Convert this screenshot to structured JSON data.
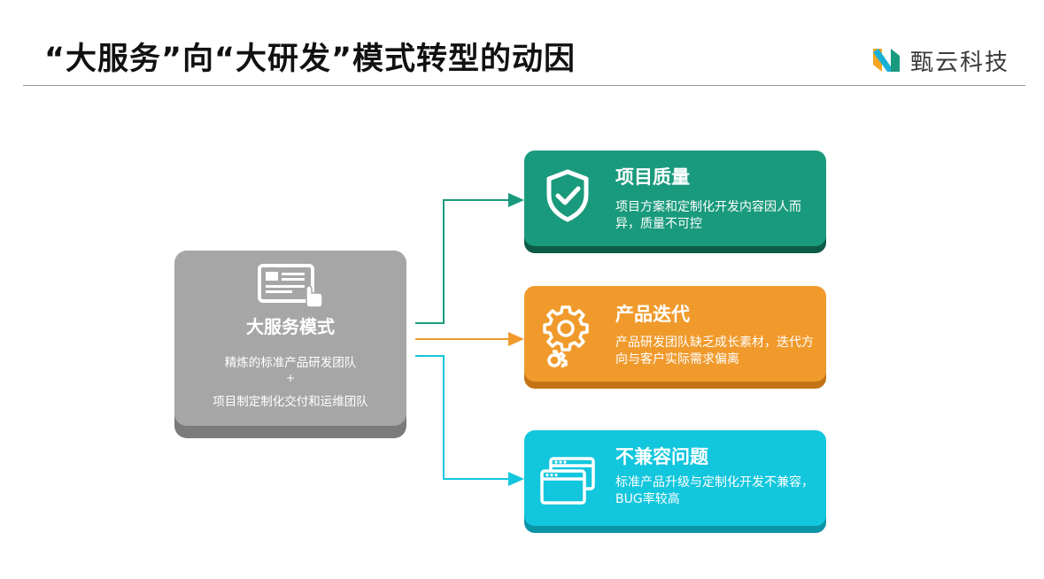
{
  "title": "“大服务”向“大研发”模式转型的动因",
  "brand": {
    "name": "甄云科技",
    "icon": "logo-mark"
  },
  "source": {
    "title": "大服务模式",
    "line1": "精炼的标准产品研发团队",
    "plus": "+",
    "line2": "项目制定制化交付和运维团队",
    "icon": "tablet-touch-icon"
  },
  "cards": [
    {
      "title": "项目质量",
      "desc": "项目方案和定制化开发内容因人而异，质量不可控",
      "icon": "shield-check-icon",
      "color": "#1a9a7c",
      "shadow": "#0e5a48"
    },
    {
      "title": "产品迭代",
      "desc": "产品研发团队缺乏成长素材，迭代方向与客户实际需求偏离",
      "icon": "gears-icon",
      "color": "#f09a2c",
      "shadow": "#c27414"
    },
    {
      "title": "不兼容问题",
      "desc": "标准产品升级与定制化开发不兼容，BUG率较高",
      "icon": "windows-icon",
      "color": "#12c6dd",
      "shadow": "#0b95a7"
    }
  ],
  "arrow_colors": [
    "#1a9a7c",
    "#f09a2c",
    "#12c6dd"
  ]
}
